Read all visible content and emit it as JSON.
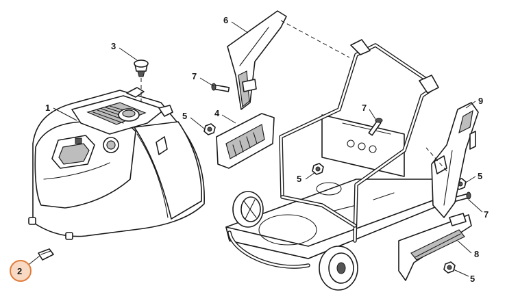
{
  "callouts": [
    {
      "id": "c1",
      "label": "1"
    },
    {
      "id": "c2",
      "label": "2"
    },
    {
      "id": "c3",
      "label": "3"
    },
    {
      "id": "c4",
      "label": "4"
    },
    {
      "id": "c5a",
      "label": "5"
    },
    {
      "id": "c5b",
      "label": "5"
    },
    {
      "id": "c5c",
      "label": "5"
    },
    {
      "id": "c5d",
      "label": "5"
    },
    {
      "id": "c6",
      "label": "6"
    },
    {
      "id": "c7a",
      "label": "7"
    },
    {
      "id": "c7b",
      "label": "7"
    },
    {
      "id": "c7c",
      "label": "7"
    },
    {
      "id": "c8",
      "label": "8"
    },
    {
      "id": "c9",
      "label": "9"
    }
  ],
  "highlight": {
    "callout": "2",
    "color": "#e07b39"
  }
}
